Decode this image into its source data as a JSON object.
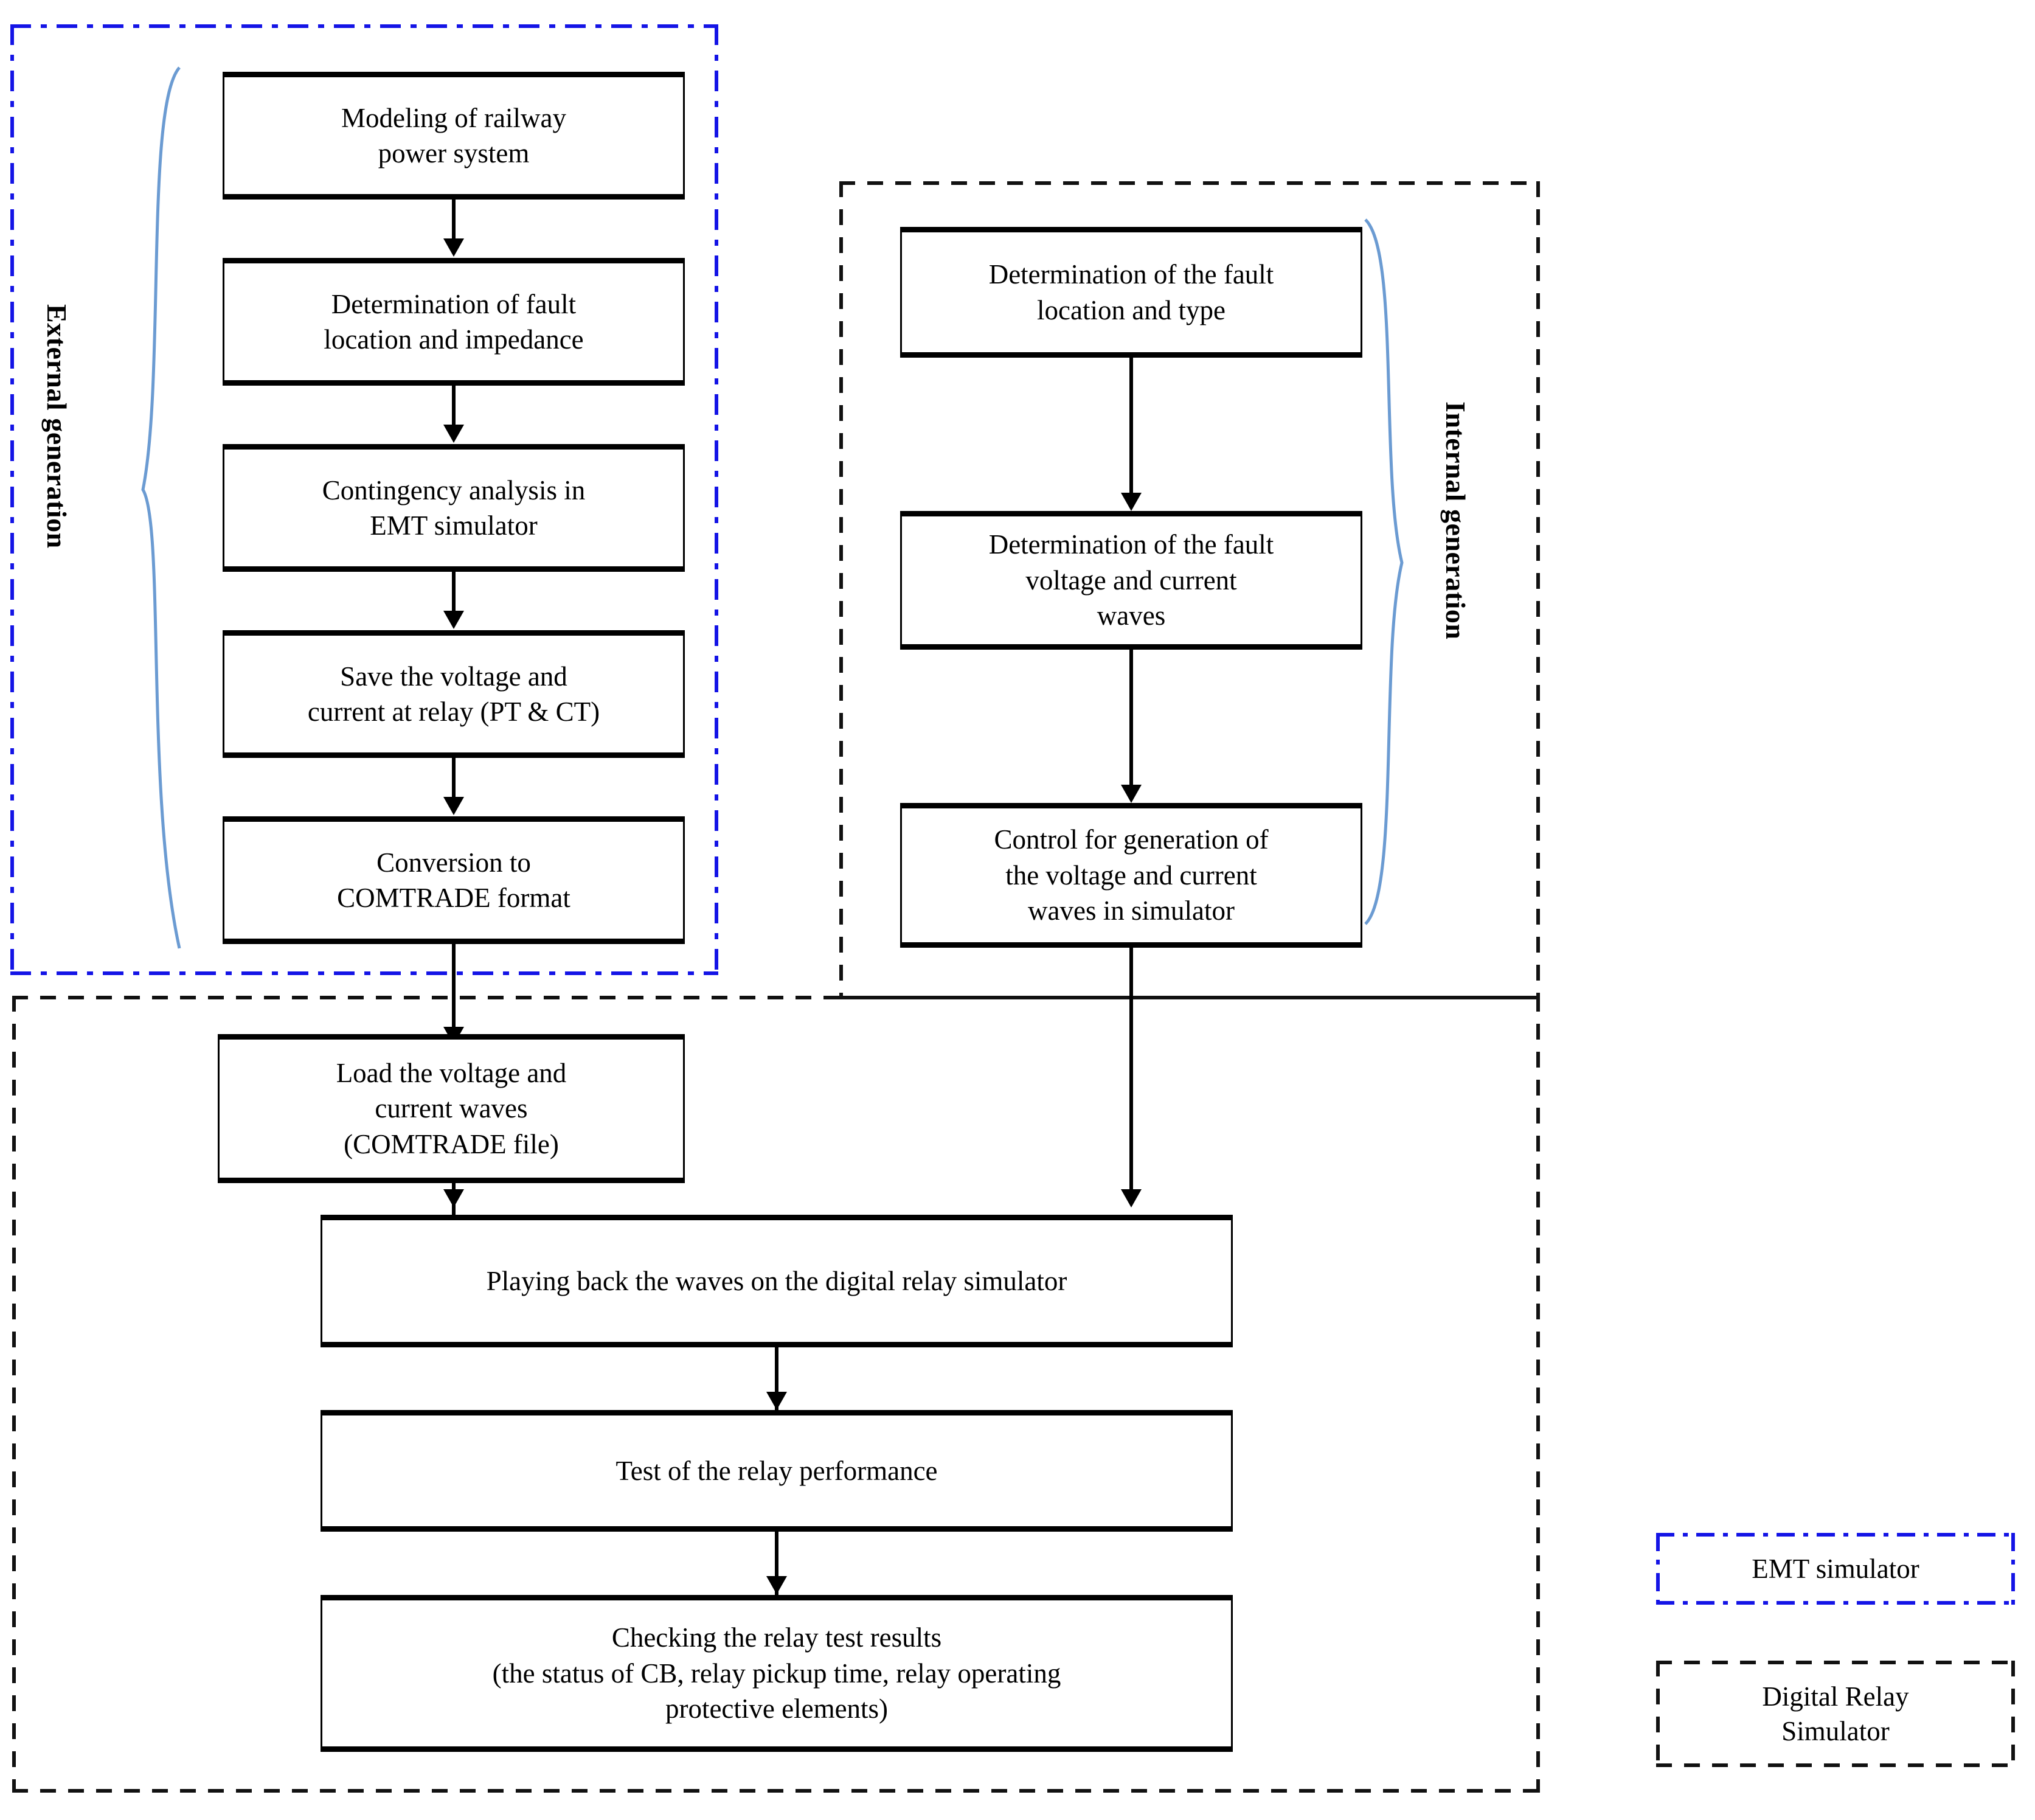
{
  "diagram": {
    "title": "Relay testing methodology flowchart",
    "colors": {
      "emt_border": "#1414e6",
      "drs_border": "#111111",
      "box_border": "#000000",
      "brace": "#6b9bd2",
      "background": "#ffffff"
    }
  },
  "groups": {
    "external": {
      "label": "External generation"
    },
    "internal": {
      "label": "Internal generation"
    }
  },
  "external_flow": [
    {
      "id": "ext-1",
      "text": "Modeling of railway\npower system"
    },
    {
      "id": "ext-2",
      "text": "Determination of fault\nlocation and impedance"
    },
    {
      "id": "ext-3",
      "text": "Contingency analysis in\nEMT simulator"
    },
    {
      "id": "ext-4",
      "text": "Save the voltage and\ncurrent at relay (PT & CT)"
    },
    {
      "id": "ext-5",
      "text": "Conversion to\nCOMTRADE format"
    }
  ],
  "internal_flow": [
    {
      "id": "int-1",
      "text": "Determination of the fault\nlocation and type"
    },
    {
      "id": "int-2",
      "text": "Determination of the fault\nvoltage and current\nwaves"
    },
    {
      "id": "int-3",
      "text": "Control for generation of\nthe voltage and current\nwaves in simulator"
    }
  ],
  "relay_flow": [
    {
      "id": "rel-1",
      "text": "Load the voltage and\ncurrent  waves\n(COMTRADE file)"
    },
    {
      "id": "rel-2",
      "text": "Playing back the waves on the digital  relay simulator"
    },
    {
      "id": "rel-3",
      "text": "Test of the relay performance"
    },
    {
      "id": "rel-4",
      "text": "Checking the relay test results\n(the status of CB, relay pickup time, relay operating\nprotective elements)"
    }
  ],
  "legend": [
    {
      "id": "legend-emt",
      "text": "EMT simulator"
    },
    {
      "id": "legend-drs",
      "text": "Digital Relay\nSimulator"
    }
  ]
}
